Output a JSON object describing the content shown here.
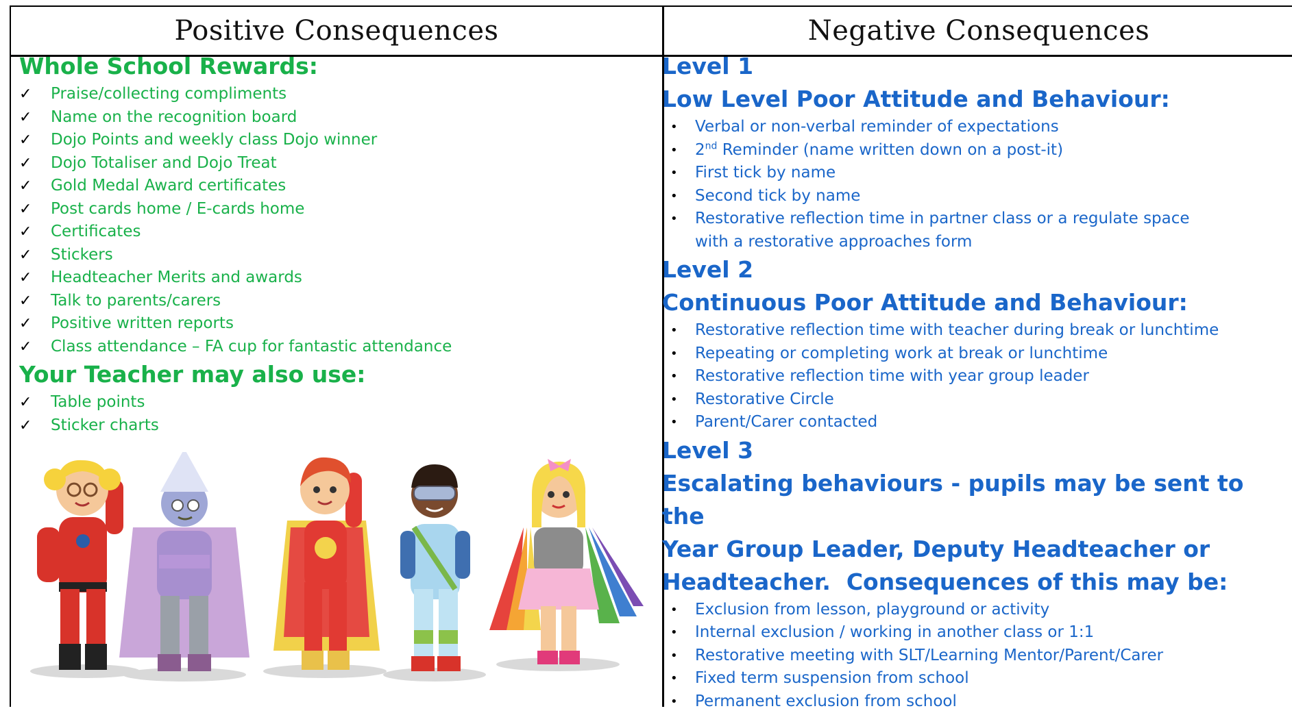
{
  "headers": {
    "positive": "Positive Consequences",
    "negative": "Negative Consequences"
  },
  "positive": {
    "heading1": "Whole School Rewards:",
    "rewards": [
      "Praise/collecting compliments",
      "Name on the recognition board",
      "Dojo Points and weekly class Dojo winner",
      "Dojo Totaliser and Dojo Treat",
      "Gold Medal Award certificates",
      "Post cards home / E-cards home",
      "Certificates",
      "Stickers",
      "Headteacher Merits and awards",
      "Talk to parents/carers",
      "Positive written reports",
      "Class attendance – FA cup for fantastic attendance"
    ],
    "heading2": "Your Teacher may also use:",
    "teacher": [
      "Table points",
      "Sticker charts"
    ],
    "check_mark": "✓"
  },
  "negative": {
    "bullet": "•",
    "level1": {
      "title": "Level 1",
      "heading": "Low Level Poor Attitude and Behaviour:",
      "items": [
        "Verbal or non-verbal reminder of expectations",
        "2",
        "First tick by name",
        "Second tick by name",
        "Restorative reflection time in partner class or a regulate space with a restorative approaches form"
      ],
      "item2_sup": "nd",
      "item2_rest": " Reminder (name written down on a post-it)"
    },
    "level2": {
      "title": "Level 2",
      "heading": "Continuous Poor Attitude and Behaviour:",
      "items": [
        "Restorative reflection time with teacher during break or lunchtime",
        "Repeating or completing work at break or lunchtime",
        "Restorative reflection time with year group leader",
        "Restorative Circle",
        "Parent/Carer contacted"
      ]
    },
    "level3": {
      "title": "Level 3",
      "heading_lines": [
        "Escalating behaviours - pupils may be sent to the",
        "Year Group Leader, Deputy Headteacher or",
        "Headteacher.  Consequences of this may be:"
      ],
      "items": [
        "Exclusion from lesson, playground or activity",
        "Internal exclusion / working in another class or 1:1",
        "Restorative meeting with SLT/Learning Mentor/Parent/Carer",
        "Fixed term suspension from school",
        "Permanent exclusion from school"
      ]
    }
  },
  "colors": {
    "green": "#19b14a",
    "blue": "#1a66c9"
  }
}
